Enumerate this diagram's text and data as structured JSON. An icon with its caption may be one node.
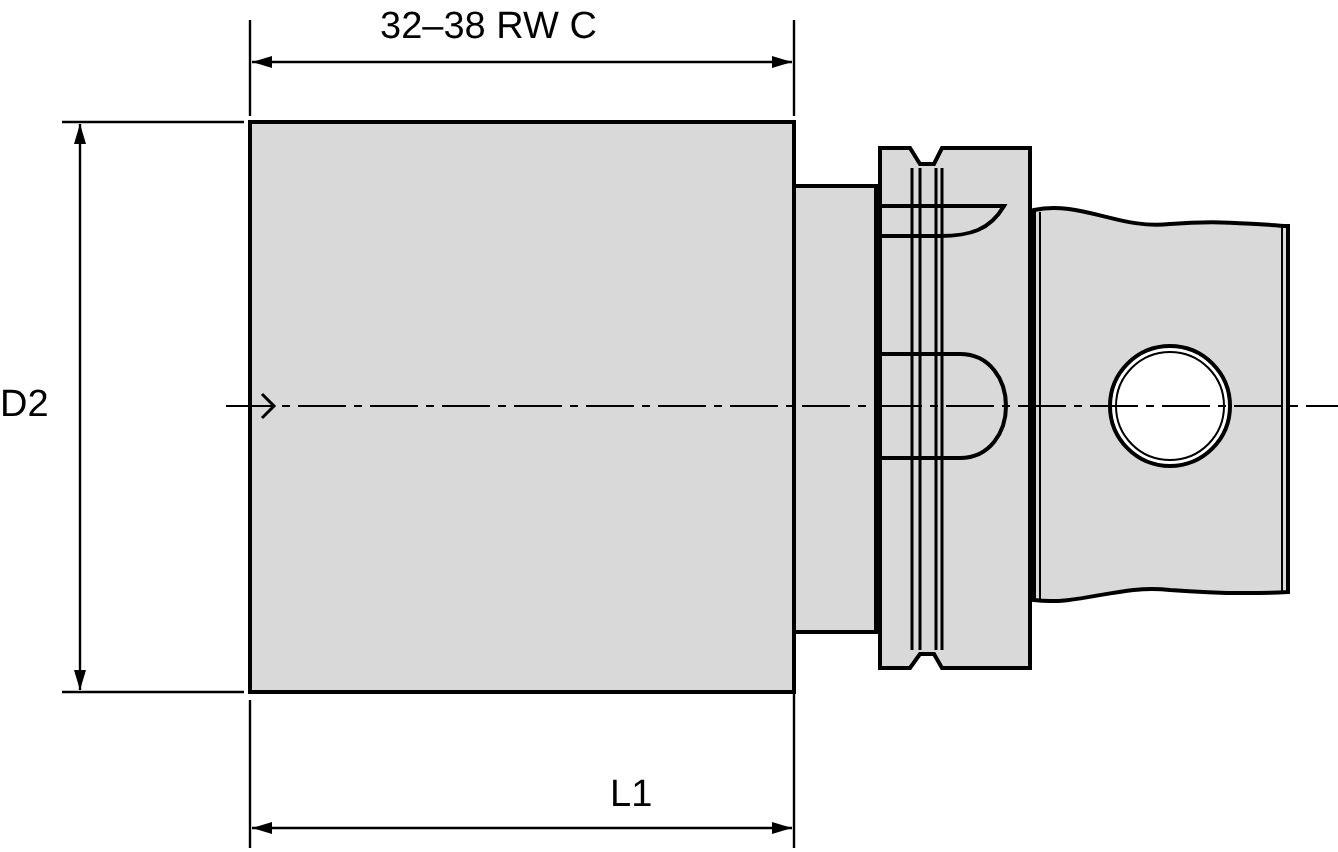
{
  "diagram": {
    "labels": [
      "32–38 RW C",
      "D2",
      "L1"
    ]
  }
}
